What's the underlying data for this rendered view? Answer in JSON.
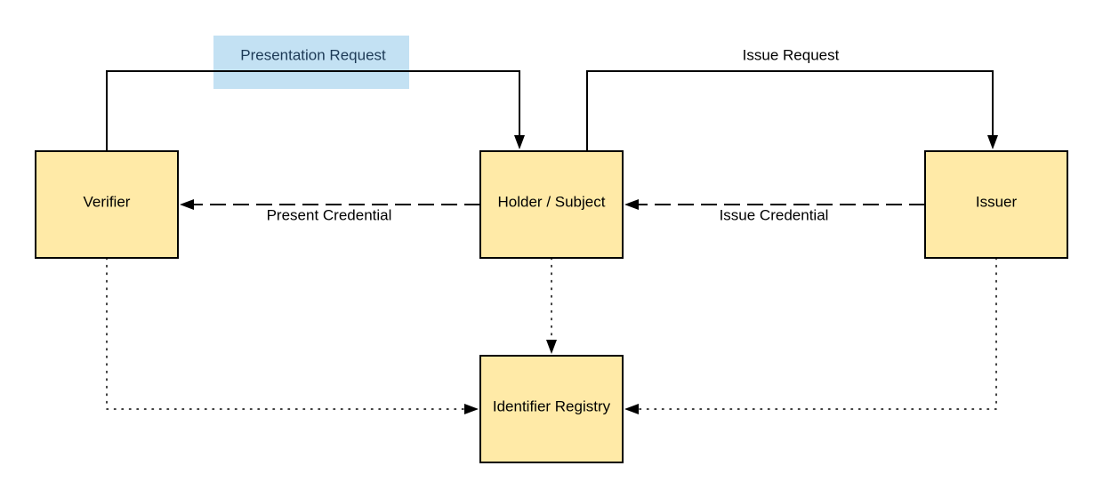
{
  "nodes": {
    "verifier": {
      "label": "Verifier"
    },
    "holder": {
      "label": "Holder / Subject"
    },
    "issuer": {
      "label": "Issuer"
    },
    "registry": {
      "label": "Identifier Registry"
    }
  },
  "edges": {
    "presentation_request": {
      "label": "Presentation Request"
    },
    "issue_request": {
      "label": "Issue Request"
    },
    "present_credential": {
      "label": "Present Credential"
    },
    "issue_credential": {
      "label": "Issue Credential"
    }
  },
  "colors": {
    "node_fill": "#ffeaa7",
    "node_stroke": "#000000",
    "highlight": "#c3e1f3",
    "highlight_text": "#1d3a56"
  }
}
